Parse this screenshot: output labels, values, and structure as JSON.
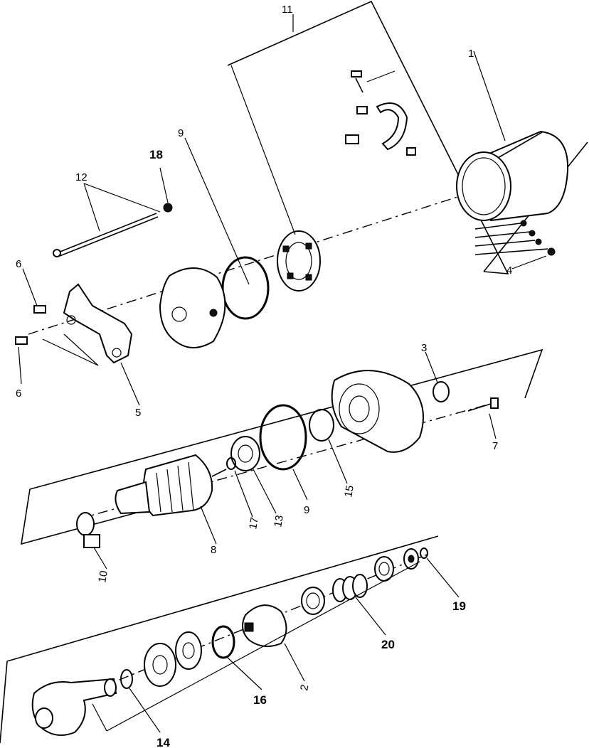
{
  "labels": {
    "p1": "1",
    "p2": "2",
    "p3": "3",
    "p4": "4",
    "p5": "5",
    "p6a": "6",
    "p6b": "6",
    "p7": "7",
    "p8": "8",
    "p9a": "9",
    "p9b": "9",
    "p10": "10",
    "p11": "11",
    "p12": "12",
    "p13": "13",
    "p14": "14",
    "p15": "15",
    "p16": "16",
    "p17": "17",
    "p18": "18",
    "p19": "19",
    "p20": "20"
  },
  "colors": {
    "ink": "#000000",
    "paper": "#ffffff"
  }
}
